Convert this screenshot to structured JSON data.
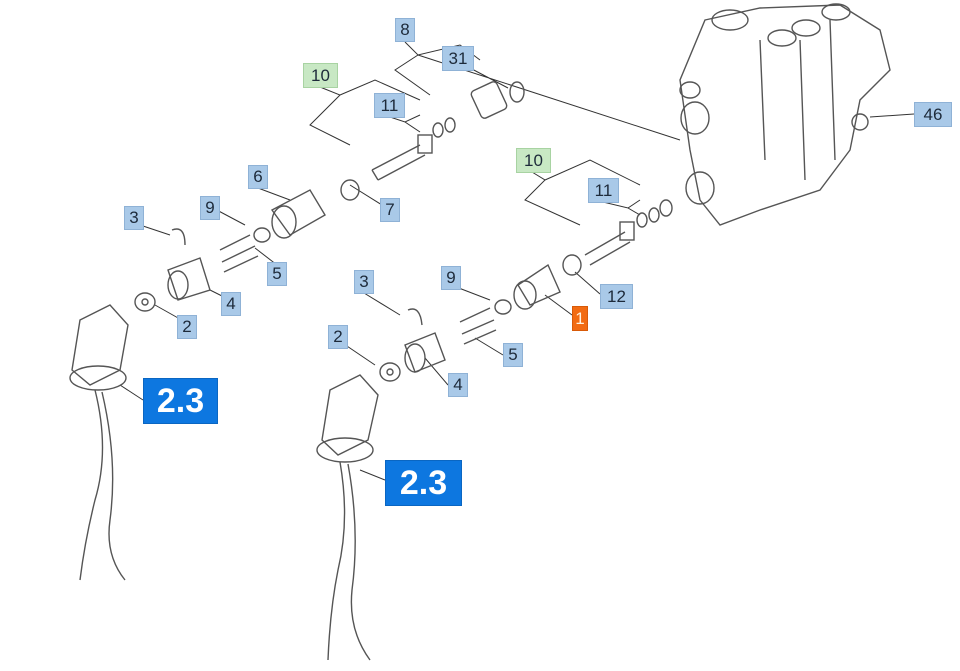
{
  "diagram": {
    "colors": {
      "part_label": "#a9c9e8",
      "assembly_label": "#c8e8c4",
      "highlight_label": "#f26b12",
      "callout_label": "#0d77e0"
    },
    "labels": [
      {
        "id": "8",
        "text": "8",
        "kind": "blue"
      },
      {
        "id": "31",
        "text": "31",
        "kind": "blue"
      },
      {
        "id": "10a",
        "text": "10",
        "kind": "green"
      },
      {
        "id": "11a",
        "text": "11",
        "kind": "blue"
      },
      {
        "id": "46",
        "text": "46",
        "kind": "blue"
      },
      {
        "id": "10b",
        "text": "10",
        "kind": "green"
      },
      {
        "id": "11b",
        "text": "11",
        "kind": "blue"
      },
      {
        "id": "6",
        "text": "6",
        "kind": "blue"
      },
      {
        "id": "9a",
        "text": "9",
        "kind": "blue"
      },
      {
        "id": "7",
        "text": "7",
        "kind": "blue"
      },
      {
        "id": "3a",
        "text": "3",
        "kind": "blue"
      },
      {
        "id": "5a",
        "text": "5",
        "kind": "blue"
      },
      {
        "id": "4a",
        "text": "4",
        "kind": "blue"
      },
      {
        "id": "2a",
        "text": "2",
        "kind": "blue"
      },
      {
        "id": "3b",
        "text": "3",
        "kind": "blue"
      },
      {
        "id": "9b",
        "text": "9",
        "kind": "blue"
      },
      {
        "id": "1",
        "text": "1",
        "kind": "orange"
      },
      {
        "id": "12",
        "text": "12",
        "kind": "blue"
      },
      {
        "id": "2b",
        "text": "2",
        "kind": "blue"
      },
      {
        "id": "5b",
        "text": "5",
        "kind": "blue"
      },
      {
        "id": "4b",
        "text": "4",
        "kind": "blue"
      },
      {
        "id": "23a",
        "text": "2.3",
        "kind": "big"
      },
      {
        "id": "23b",
        "text": "2.3",
        "kind": "big"
      }
    ]
  }
}
